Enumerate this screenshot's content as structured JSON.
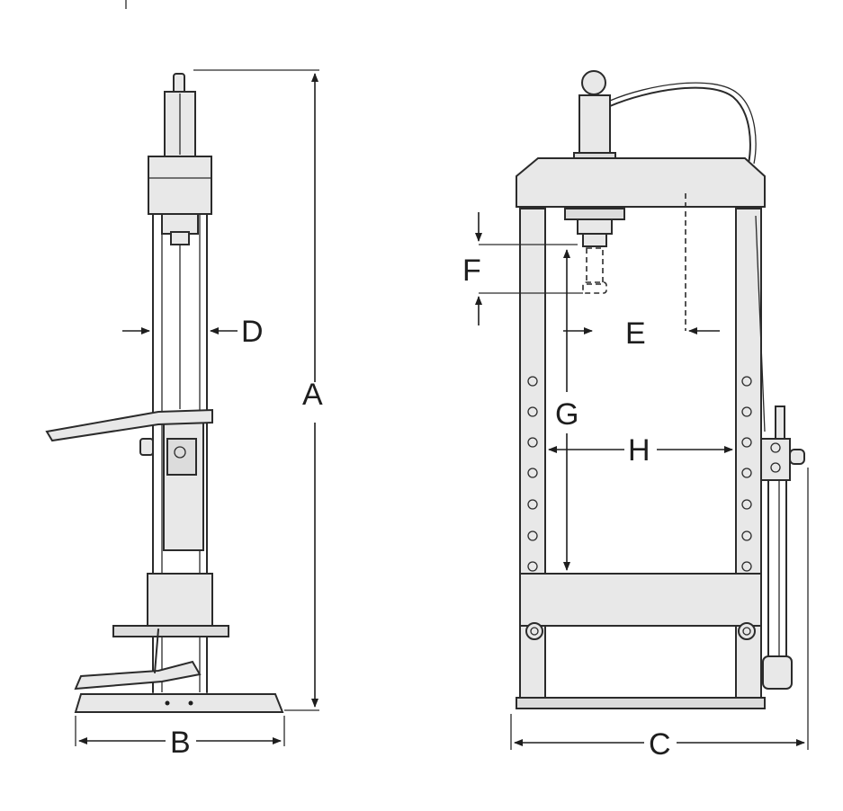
{
  "labels": {
    "A": "A",
    "B": "B",
    "C": "C",
    "D": "D",
    "E": "E",
    "F": "F",
    "G": "G",
    "H": "H"
  }
}
